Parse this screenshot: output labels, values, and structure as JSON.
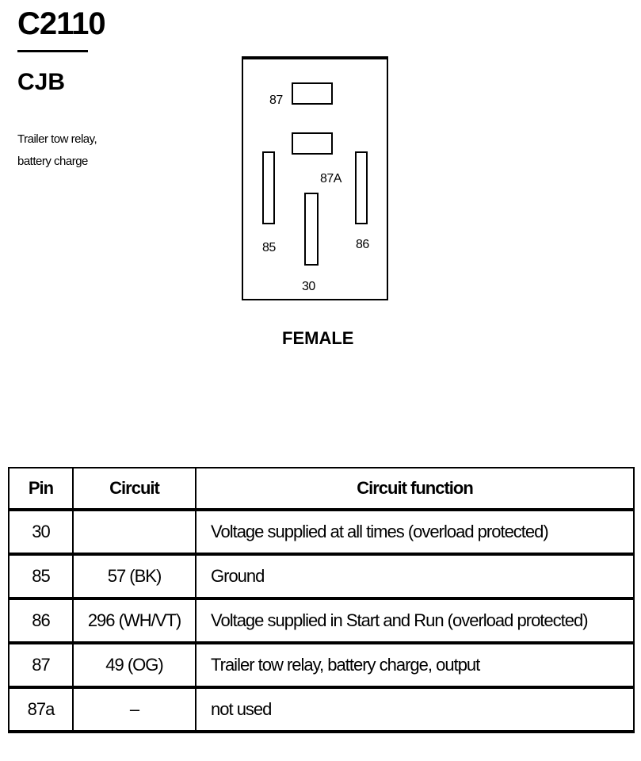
{
  "connector": {
    "id": "C2110",
    "location": "CJB",
    "description_lines": [
      "Trailer tow relay,",
      "battery charge"
    ]
  },
  "diagram": {
    "view_label": "FEMALE",
    "pins": {
      "p87": "87",
      "p87a": "87A",
      "p85": "85",
      "p86": "86",
      "p30": "30"
    }
  },
  "table": {
    "headers": [
      "Pin",
      "Circuit",
      "Circuit function"
    ],
    "rows": [
      {
        "pin": "30",
        "circuit": "",
        "function": "Voltage supplied at all times (overload protected)"
      },
      {
        "pin": "85",
        "circuit": "57 (BK)",
        "function": "Ground"
      },
      {
        "pin": "86",
        "circuit": "296 (WH/VT)",
        "function": "Voltage supplied in Start and Run (overload protected)"
      },
      {
        "pin": "87",
        "circuit": "49 (OG)",
        "function": "Trailer tow relay, battery charge, output"
      },
      {
        "pin": "87a",
        "circuit": "–",
        "function": "not used"
      }
    ]
  }
}
